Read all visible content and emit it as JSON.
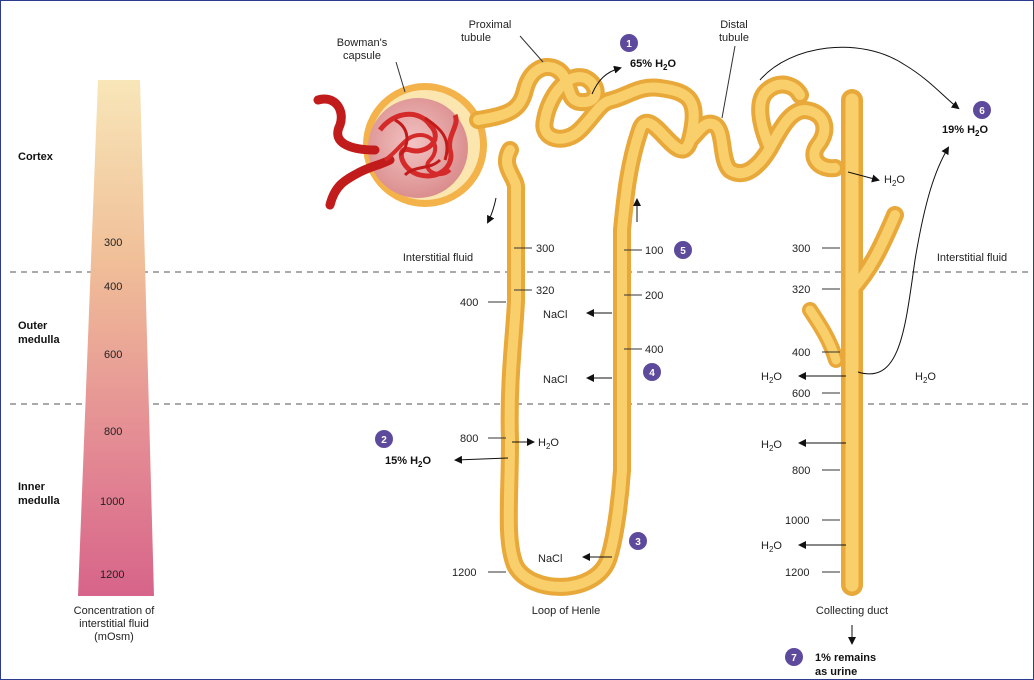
{
  "zones": {
    "cortex": "Cortex",
    "outer_medulla": [
      "Outer",
      "medulla"
    ],
    "inner_medulla": [
      "Inner",
      "medulla"
    ]
  },
  "gradient_bar": {
    "values": [
      "300",
      "400",
      "600",
      "800",
      "1000",
      "1200"
    ],
    "caption": [
      "Concentration of",
      "interstitial fluid",
      "(mOsm)"
    ],
    "top_color": "#f7e0b4",
    "bottom_color": "#d8688c"
  },
  "structures": {
    "bowmans_capsule": [
      "Bowman's",
      "capsule"
    ],
    "proximal_tubule": [
      "Proximal",
      "tubule"
    ],
    "distal_tubule": [
      "Distal",
      "tubule"
    ],
    "loop_of_henle": "Loop of Henle",
    "collecting_duct": "Collecting duct",
    "interstitial_fluid_left": "Interstitial fluid",
    "interstitial_fluid_right": "Interstitial fluid"
  },
  "loop_values": {
    "descending": [
      "300",
      "320",
      "400",
      "800",
      "1200"
    ],
    "ascending": [
      "100",
      "200",
      "400"
    ]
  },
  "duct_values": [
    "300",
    "320",
    "400",
    "600",
    "800",
    "1000",
    "1200"
  ],
  "substances": {
    "nacl": "NaCl",
    "water": "H",
    "water_sub": "2",
    "water_tail": "O"
  },
  "steps": [
    {
      "n": "1",
      "text": "65% H",
      "sub": "2",
      "tail": "O"
    },
    {
      "n": "2",
      "text": "15% H",
      "sub": "2",
      "tail": "O"
    },
    {
      "n": "3",
      "text": ""
    },
    {
      "n": "4",
      "text": ""
    },
    {
      "n": "5",
      "text": ""
    },
    {
      "n": "6",
      "text": "19% H",
      "sub": "2",
      "tail": "O"
    },
    {
      "n": "7",
      "text": [
        "1% remains",
        "as urine"
      ]
    }
  ],
  "colors": {
    "badge": "#5e4a9c",
    "tube_outer": "#e8a83a",
    "tube_inner": "#f9cf6b",
    "glomerulus": "#d42a2a",
    "dash": "#555555"
  }
}
